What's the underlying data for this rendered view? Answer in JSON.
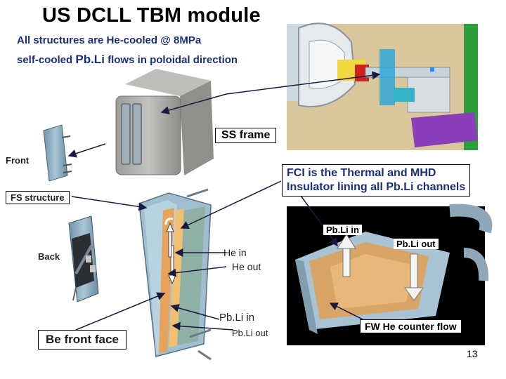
{
  "title": "US DCLL TBM module",
  "subtitle_line1": "All structures are He-cooled @ 8MPa",
  "subtitle_line2_prefix": "self-cooled ",
  "subtitle_line2_big": "Pb.Li",
  "subtitle_line2_suffix": " flows in poloidal direction",
  "labels": {
    "ss_frame": "SS frame",
    "front": "Front",
    "fs_structure": "FS structure",
    "fci_line1": "FCI is the Thermal and MHD",
    "fci_line2": "Insulator lining all Pb.Li channels",
    "back": "Back",
    "he_in": "He in",
    "he_out": "He out",
    "pbli_in_mid": "Pb.Li in",
    "pbli_out_mid": "Pb.Li out",
    "be_front_face": "Be front face",
    "pbli_in_right": "Pb.Li in",
    "pbli_out_right": "Pb.Li out",
    "fw_he_counter_flow": "FW He counter flow",
    "page_number": "13"
  },
  "colors": {
    "subtitle": "#1a2f7a",
    "arrow": "#1a237e",
    "frame_gray": "#a9aaa6",
    "structure_blue": "#8fb0c4",
    "fci_orange": "#e8a25a",
    "reactor_green": "#2e9e3a",
    "purple": "#8a3fb8"
  }
}
